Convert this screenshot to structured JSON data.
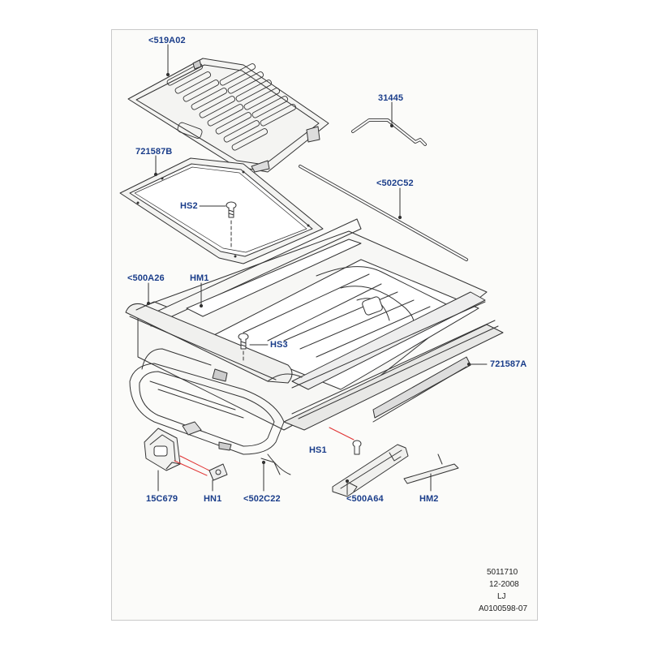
{
  "colors": {
    "label": "#1a3d8a",
    "line": "#333333",
    "callout_red": "#e03030",
    "panel_bg": "#fbfbf9"
  },
  "labels": {
    "p519A02": "<519A02",
    "p31445": "31445",
    "p721587B": "721587B",
    "p502C52": "<502C52",
    "HS2": "HS2",
    "p500A26": "<500A26",
    "HM1": "HM1",
    "HS3": "HS3",
    "p721587A": "721587A",
    "HS1": "HS1",
    "p15C679": "15C679",
    "HN1": "HN1",
    "p502C22": "<502C22",
    "p500A64": "<500A64",
    "HM2": "HM2"
  },
  "reference": {
    "drawing_no": "5011710",
    "date": "12-2008",
    "initials": "LJ",
    "illustration_id": "A0100598-07"
  }
}
